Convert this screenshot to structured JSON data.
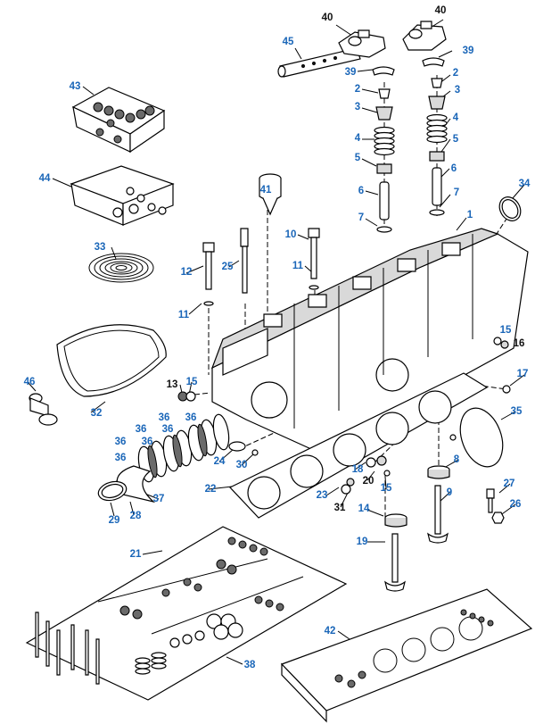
{
  "diagram": {
    "callouts": [
      {
        "id": "c40a",
        "text": "40"
      },
      {
        "id": "c40b",
        "text": "40"
      },
      {
        "id": "c45",
        "text": "45"
      },
      {
        "id": "c39a",
        "text": "39"
      },
      {
        "id": "c39b",
        "text": "39"
      },
      {
        "id": "c2a",
        "text": "2"
      },
      {
        "id": "c2b",
        "text": "2"
      },
      {
        "id": "c3a",
        "text": "3"
      },
      {
        "id": "c3b",
        "text": "3"
      },
      {
        "id": "c4a",
        "text": "4"
      },
      {
        "id": "c4b",
        "text": "4"
      },
      {
        "id": "c5a",
        "text": "5"
      },
      {
        "id": "c5b",
        "text": "5"
      },
      {
        "id": "c6a",
        "text": "6"
      },
      {
        "id": "c6b",
        "text": "6"
      },
      {
        "id": "c7a",
        "text": "7"
      },
      {
        "id": "c7b",
        "text": "7"
      },
      {
        "id": "c43",
        "text": "43"
      },
      {
        "id": "c44",
        "text": "44"
      },
      {
        "id": "c41",
        "text": "41"
      },
      {
        "id": "c34",
        "text": "34"
      },
      {
        "id": "c1",
        "text": "1"
      },
      {
        "id": "c33",
        "text": "33"
      },
      {
        "id": "c10",
        "text": "10"
      },
      {
        "id": "c12",
        "text": "12"
      },
      {
        "id": "c25",
        "text": "25"
      },
      {
        "id": "c11a",
        "text": "11"
      },
      {
        "id": "c11b",
        "text": "11"
      },
      {
        "id": "c15a",
        "text": "15"
      },
      {
        "id": "c15b",
        "text": "15"
      },
      {
        "id": "c15c",
        "text": "15"
      },
      {
        "id": "c16",
        "text": "16"
      },
      {
        "id": "c17",
        "text": "17"
      },
      {
        "id": "c32",
        "text": "32"
      },
      {
        "id": "c46",
        "text": "46"
      },
      {
        "id": "c13",
        "text": "13"
      },
      {
        "id": "c35",
        "text": "35"
      },
      {
        "id": "c36a",
        "text": "36"
      },
      {
        "id": "c36b",
        "text": "36"
      },
      {
        "id": "c36c",
        "text": "36"
      },
      {
        "id": "c36d",
        "text": "36"
      },
      {
        "id": "c36e",
        "text": "36"
      },
      {
        "id": "c36f",
        "text": "36"
      },
      {
        "id": "c36g",
        "text": "36"
      },
      {
        "id": "c24",
        "text": "24"
      },
      {
        "id": "c30",
        "text": "30"
      },
      {
        "id": "c8",
        "text": "8"
      },
      {
        "id": "c18",
        "text": "18"
      },
      {
        "id": "c20",
        "text": "20"
      },
      {
        "id": "c22",
        "text": "22"
      },
      {
        "id": "c23",
        "text": "23"
      },
      {
        "id": "c31",
        "text": "31"
      },
      {
        "id": "c9",
        "text": "9"
      },
      {
        "id": "c27",
        "text": "27"
      },
      {
        "id": "c26",
        "text": "26"
      },
      {
        "id": "c37",
        "text": "37"
      },
      {
        "id": "c29",
        "text": "29"
      },
      {
        "id": "c28",
        "text": "28"
      },
      {
        "id": "c14",
        "text": "14"
      },
      {
        "id": "c19",
        "text": "19"
      },
      {
        "id": "c21",
        "text": "21"
      },
      {
        "id": "c42",
        "text": "42"
      },
      {
        "id": "c38",
        "text": "38"
      }
    ]
  }
}
